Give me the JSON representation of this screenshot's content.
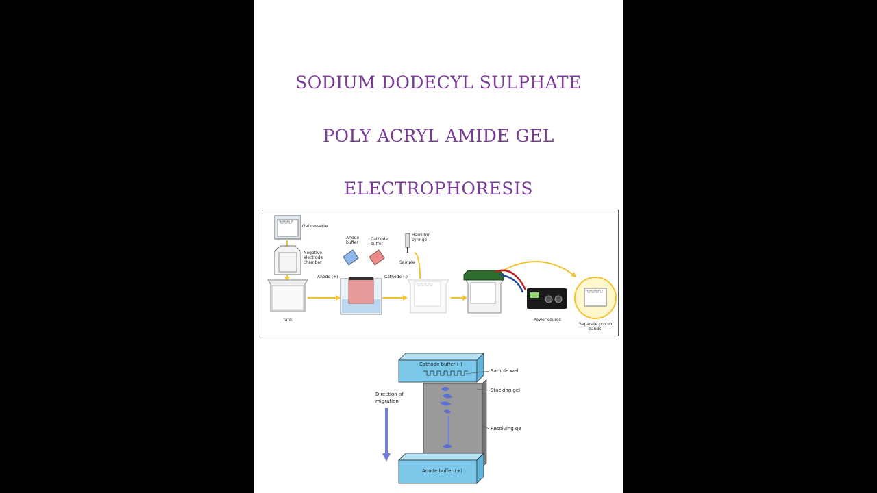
{
  "title": {
    "line1": "SODIUM DODECYL SULPHATE",
    "line2": "POLY ACRYL AMIDE GEL",
    "line3": "ELECTROPHORESIS"
  },
  "workflow_diagram": {
    "labels": {
      "gel_cassette": "Gel cassette",
      "negative_chamber_1": "Negative",
      "negative_chamber_2": "electrode",
      "negative_chamber_3": "chamber",
      "tank": "Tank",
      "anode_buffer_1": "Anode",
      "anode_buffer_2": "buffer",
      "cathode_buffer_1": "Cathode",
      "cathode_buffer_2": "buffer",
      "anode": "Anode (+)",
      "cathode": "Cathode (-)",
      "hamilton_1": "Hamilton",
      "hamilton_2": "syringe",
      "sample": "Sample",
      "power_source": "Power source",
      "separate_1": "Separate protein",
      "separate_2": "bands"
    },
    "colors": {
      "arrow": "#f2c230",
      "tank_blue": "#cfe4f2",
      "gel_red": "#e79a9a",
      "lid_green": "#2f6e2f"
    }
  },
  "gel_diagram": {
    "labels": {
      "cathode_buffer": "Cathode buffer (-)",
      "anode_buffer": "Anode buffer (+)",
      "sample_well": "Sample well",
      "stacking_gel": "Stacking gel",
      "resolving_gel": "Resolving gel",
      "direction_1": "Direction of",
      "direction_2": "migration"
    },
    "colors": {
      "buffer": "#7cc8ea",
      "gel": "#9a9a9a",
      "band": "#5b6fd0"
    }
  }
}
